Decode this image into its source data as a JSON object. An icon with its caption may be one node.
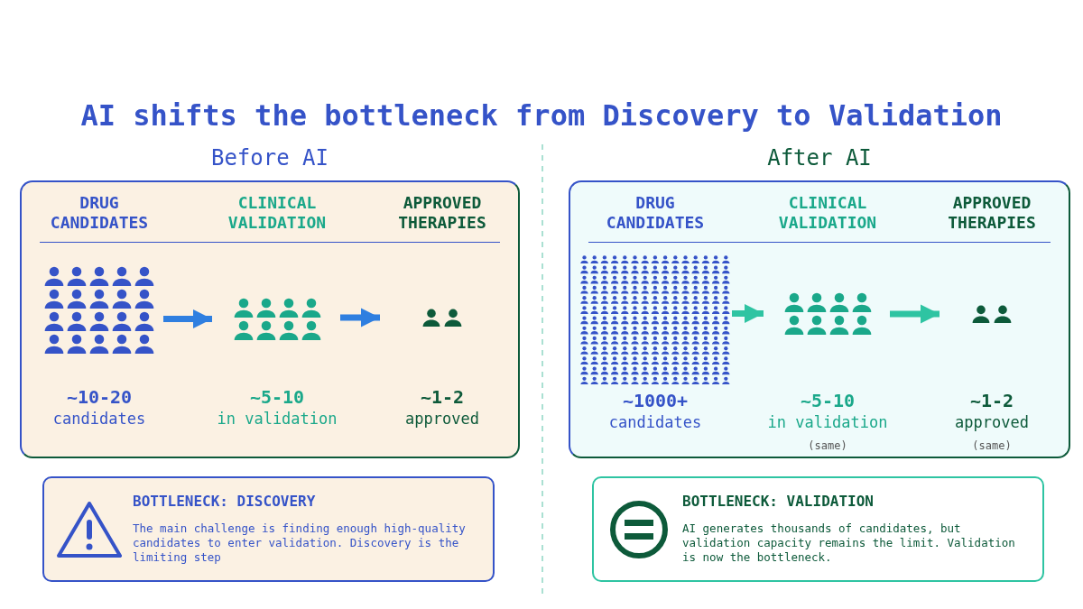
{
  "diagram": {
    "title": "AI shifts the bottleneck from Discovery to Validation",
    "nodes": [
      {
        "text": [
          "Before AI"
        ]
      },
      {
        "text": [
          "DRUG CANDIDATES",
          "~10-20",
          "candidates"
        ],
        "in": 0
      },
      {
        "text": [
          "CLINICAL VALIDATION",
          "~5-10",
          "in validation"
        ],
        "in": 0
      },
      {
        "text": [
          "APPROVED THERAPIES",
          "~1-2",
          "approved"
        ],
        "in": 0
      },
      {
        "text": [
          "After AI"
        ]
      },
      {
        "text": [
          "DRUG CANDIDATES",
          "~1000+",
          "candidates"
        ],
        "in": 4
      },
      {
        "text": [
          "CLINICAL VALIDATION",
          "~5-10",
          "in validation",
          "(same)"
        ],
        "in": 4
      },
      {
        "text": [
          "APPROVED THERAPIES",
          "~1-2",
          "approved",
          "(same)"
        ],
        "in": 4
      },
      {
        "text": [
          "BOTTLENECK: DISCOVERY",
          "The main challenge is finding enough high-quality candidates to enter validation. Discovery is the limiting step"
        ]
      },
      {
        "text": [
          "BOTTLENECK: VALIDATION",
          "AI generates thousands of candidates, but validation capacity remains the limit. Validation is now the bottleneck."
        ]
      }
    ],
    "edges": [
      {
        "from": 1,
        "to": 2,
        "arrow": "to",
        "color": "#2f7fe0"
      },
      {
        "from": 2,
        "to": 3,
        "arrow": "to",
        "color": "#2f7fe0"
      },
      {
        "from": 5,
        "to": 6,
        "arrow": "to",
        "color": "#2ec4a2"
      },
      {
        "from": 6,
        "to": 7,
        "arrow": "to",
        "color": "#2ec4a2"
      }
    ]
  }
}
